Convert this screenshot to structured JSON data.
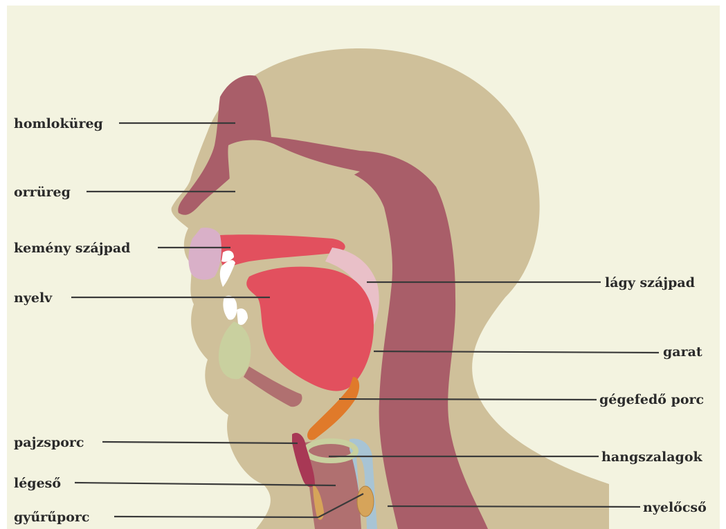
{
  "labels_left": [
    {
      "id": "homlokureg",
      "text": "homloküreg"
    },
    {
      "id": "orrureg",
      "text": "orrüreg"
    },
    {
      "id": "kemeny-szajpad",
      "text": "kemény szájpad"
    },
    {
      "id": "nyelv",
      "text": "nyelv"
    },
    {
      "id": "pajzsporc",
      "text": "pajzsporc"
    },
    {
      "id": "legeso",
      "text": "légeső"
    },
    {
      "id": "gyuruporc",
      "text": "gyűrűporc"
    }
  ],
  "labels_right": [
    {
      "id": "lagy-szajpad",
      "text": "lágy szájpad"
    },
    {
      "id": "garat",
      "text": "garat"
    },
    {
      "id": "gegefedo-porc",
      "text": "gégefedő porc"
    },
    {
      "id": "hangszalagok",
      "text": "hangszalagok"
    },
    {
      "id": "nyelocso",
      "text": "nyelőcső"
    }
  ],
  "colors": {
    "background": "#f3f3e0",
    "skin": "#cfc09a",
    "cavity": "#a95e69",
    "tongue": "#e2505e",
    "hard_palate": "#e2505e",
    "soft_palate": "#e9c0c8",
    "lip": "#d9b0c8",
    "teeth": "#ffffff",
    "jaw_bone": "#c9d09f",
    "epiglottis": "#e07a2a",
    "esophagus": "#a8c4d4",
    "cartilage": "#d6a45a",
    "thyroid": "#a83855",
    "muscle": "#b07070"
  }
}
